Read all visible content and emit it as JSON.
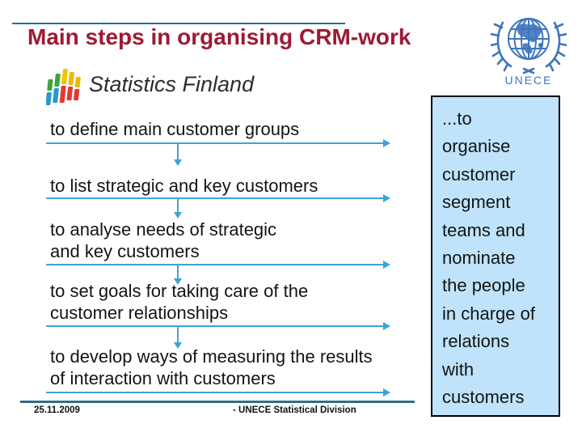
{
  "header": {
    "title": "Main steps in organising CRM-work"
  },
  "logos": {
    "statistics_finland_label": "Statistics Finland",
    "unece_label": "UNECE"
  },
  "steps": [
    {
      "label": "to define main customer groups"
    },
    {
      "label": "to list strategic and key customers"
    },
    {
      "label": "to analyse needs of strategic\nand key customers"
    },
    {
      "label": "to set goals for taking care of the\ncustomer relationships"
    },
    {
      "label": "to develop ways of measuring the results\nof interaction with customers"
    }
  ],
  "side_box": {
    "text": "...to\norganise\ncustomer\nsegment\nteams and\nnominate\nthe people\nin charge of\nrelations\nwith\ncustomers"
  },
  "footer": {
    "date": "25.11.2009",
    "division": "- UNECE Statistical Division"
  },
  "colors": {
    "title_red": "#9E1A33",
    "rule_teal": "#2E6E8E",
    "arrow_blue": "#3FA2D9",
    "box_fill": "#BFE3FA",
    "unece_blue": "#3E76BD",
    "sf_green": "#3FA535",
    "sf_yellow": "#F2B705",
    "sf_blue": "#2499D6",
    "sf_red": "#E03C31"
  }
}
